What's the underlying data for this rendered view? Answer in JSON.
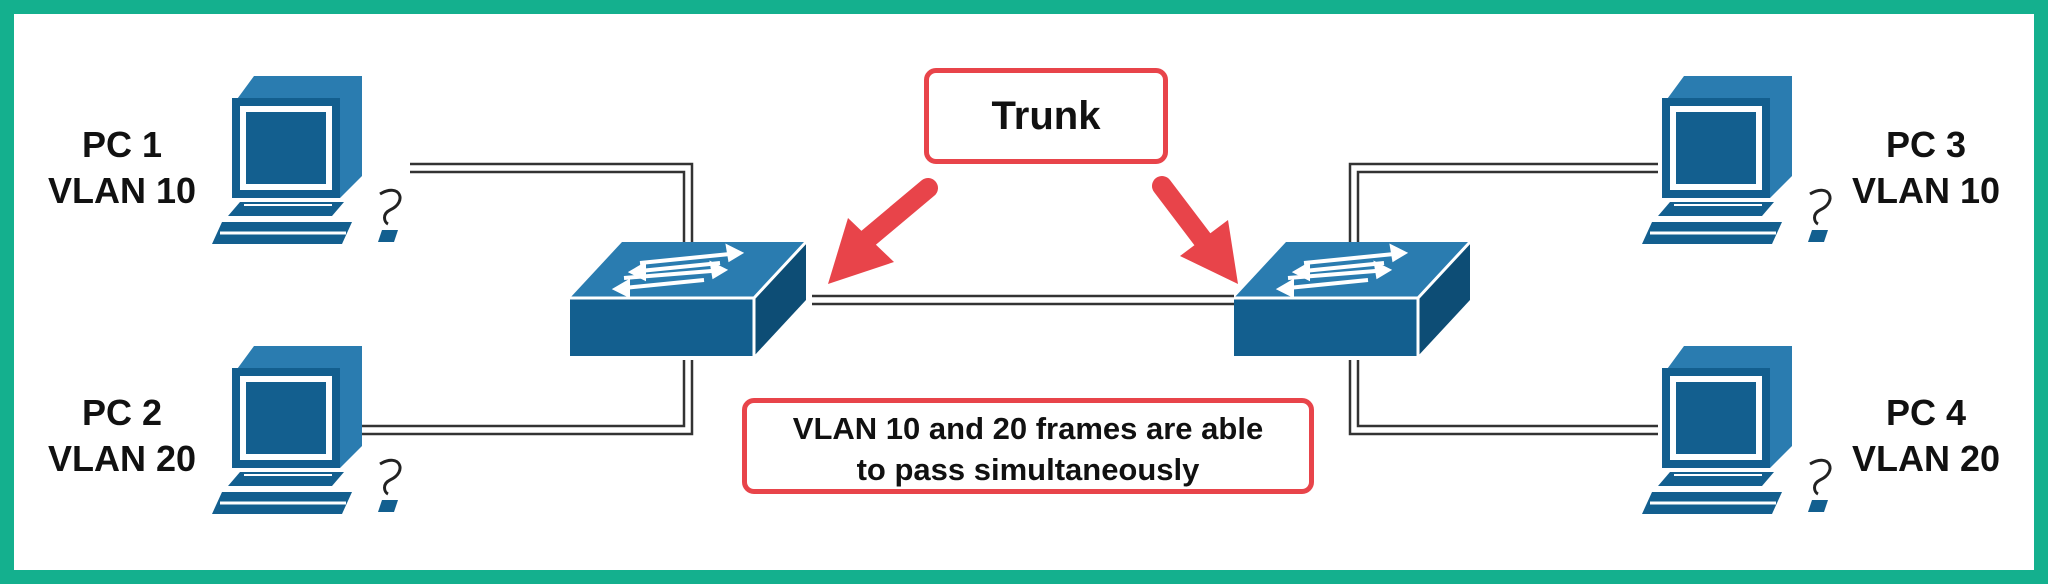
{
  "diagram": {
    "colors": {
      "frame": "#14b08e",
      "device": "#135f8f",
      "device_light": "#2a7cb0",
      "callout": "#e8444a",
      "cable": "#333333"
    },
    "pcs": [
      {
        "line1": "PC 1",
        "line2": "VLAN 10"
      },
      {
        "line1": "PC 2",
        "line2": "VLAN 20"
      },
      {
        "line1": "PC 3",
        "line2": "VLAN 10"
      },
      {
        "line1": "PC 4",
        "line2": "VLAN 20"
      }
    ],
    "trunk_label": "Trunk",
    "caption": {
      "line1": "VLAN 10 and 20 frames are able",
      "line2": "to pass simultaneously"
    },
    "icons": [
      "computer-icon",
      "switch-icon",
      "arrow-icon"
    ]
  }
}
